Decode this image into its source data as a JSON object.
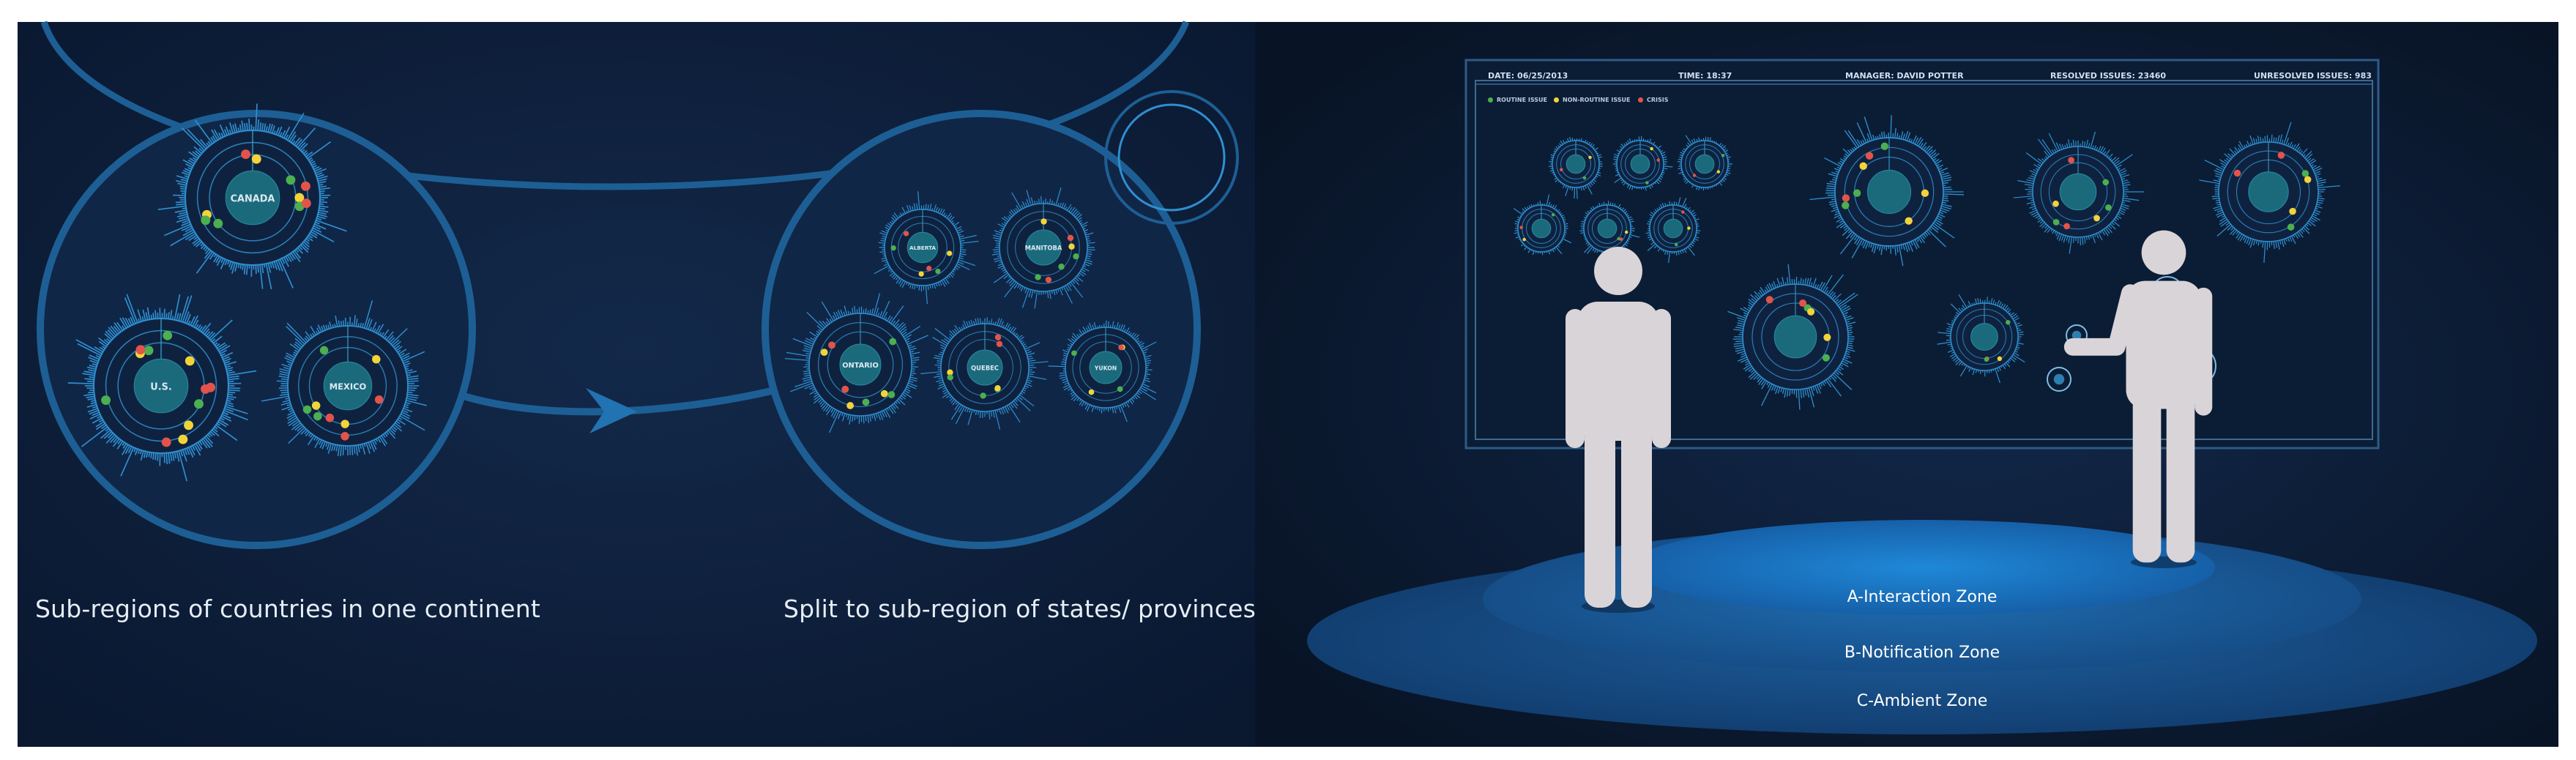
{
  "left_panel": {
    "caption_continent": "Sub-regions of countries in one continent",
    "caption_states": "Split to sub-region of states/ provinces",
    "continent_nodes": [
      "CANADA",
      "U.S.",
      "MEXICO"
    ],
    "state_nodes": [
      "ALBERTA",
      "MANITOBA",
      "ONTARIO",
      "QUEBEC",
      "YUKON"
    ]
  },
  "right_panel": {
    "header": {
      "date": "DATE: 06/25/2013",
      "time": "TIME: 18:37",
      "manager": "MANAGER: DAVID POTTER",
      "resolved": "RESOLVED ISSUES: 23460",
      "unresolved": "UNRESOLVED ISSUES: 983"
    },
    "legend": [
      {
        "label": "ROUTINE ISSUE",
        "color": "#4caf50"
      },
      {
        "label": "NON-ROUTINE ISSUE",
        "color": "#f2d43a"
      },
      {
        "label": "CRISIS",
        "color": "#e2544b"
      }
    ],
    "zones": {
      "interaction": "A-Interaction Zone",
      "notification": "B-Notification Zone",
      "ambient": "C-Ambient Zone"
    }
  },
  "colors": {
    "background": "#0d1c33",
    "ring": "#1d5f94",
    "spike": "#2f8fd0",
    "node_fill": "#1b6a7c",
    "routine": "#4caf50",
    "non_routine": "#f2d43a",
    "crisis": "#e2544b",
    "figure": "#d9d4d8"
  }
}
